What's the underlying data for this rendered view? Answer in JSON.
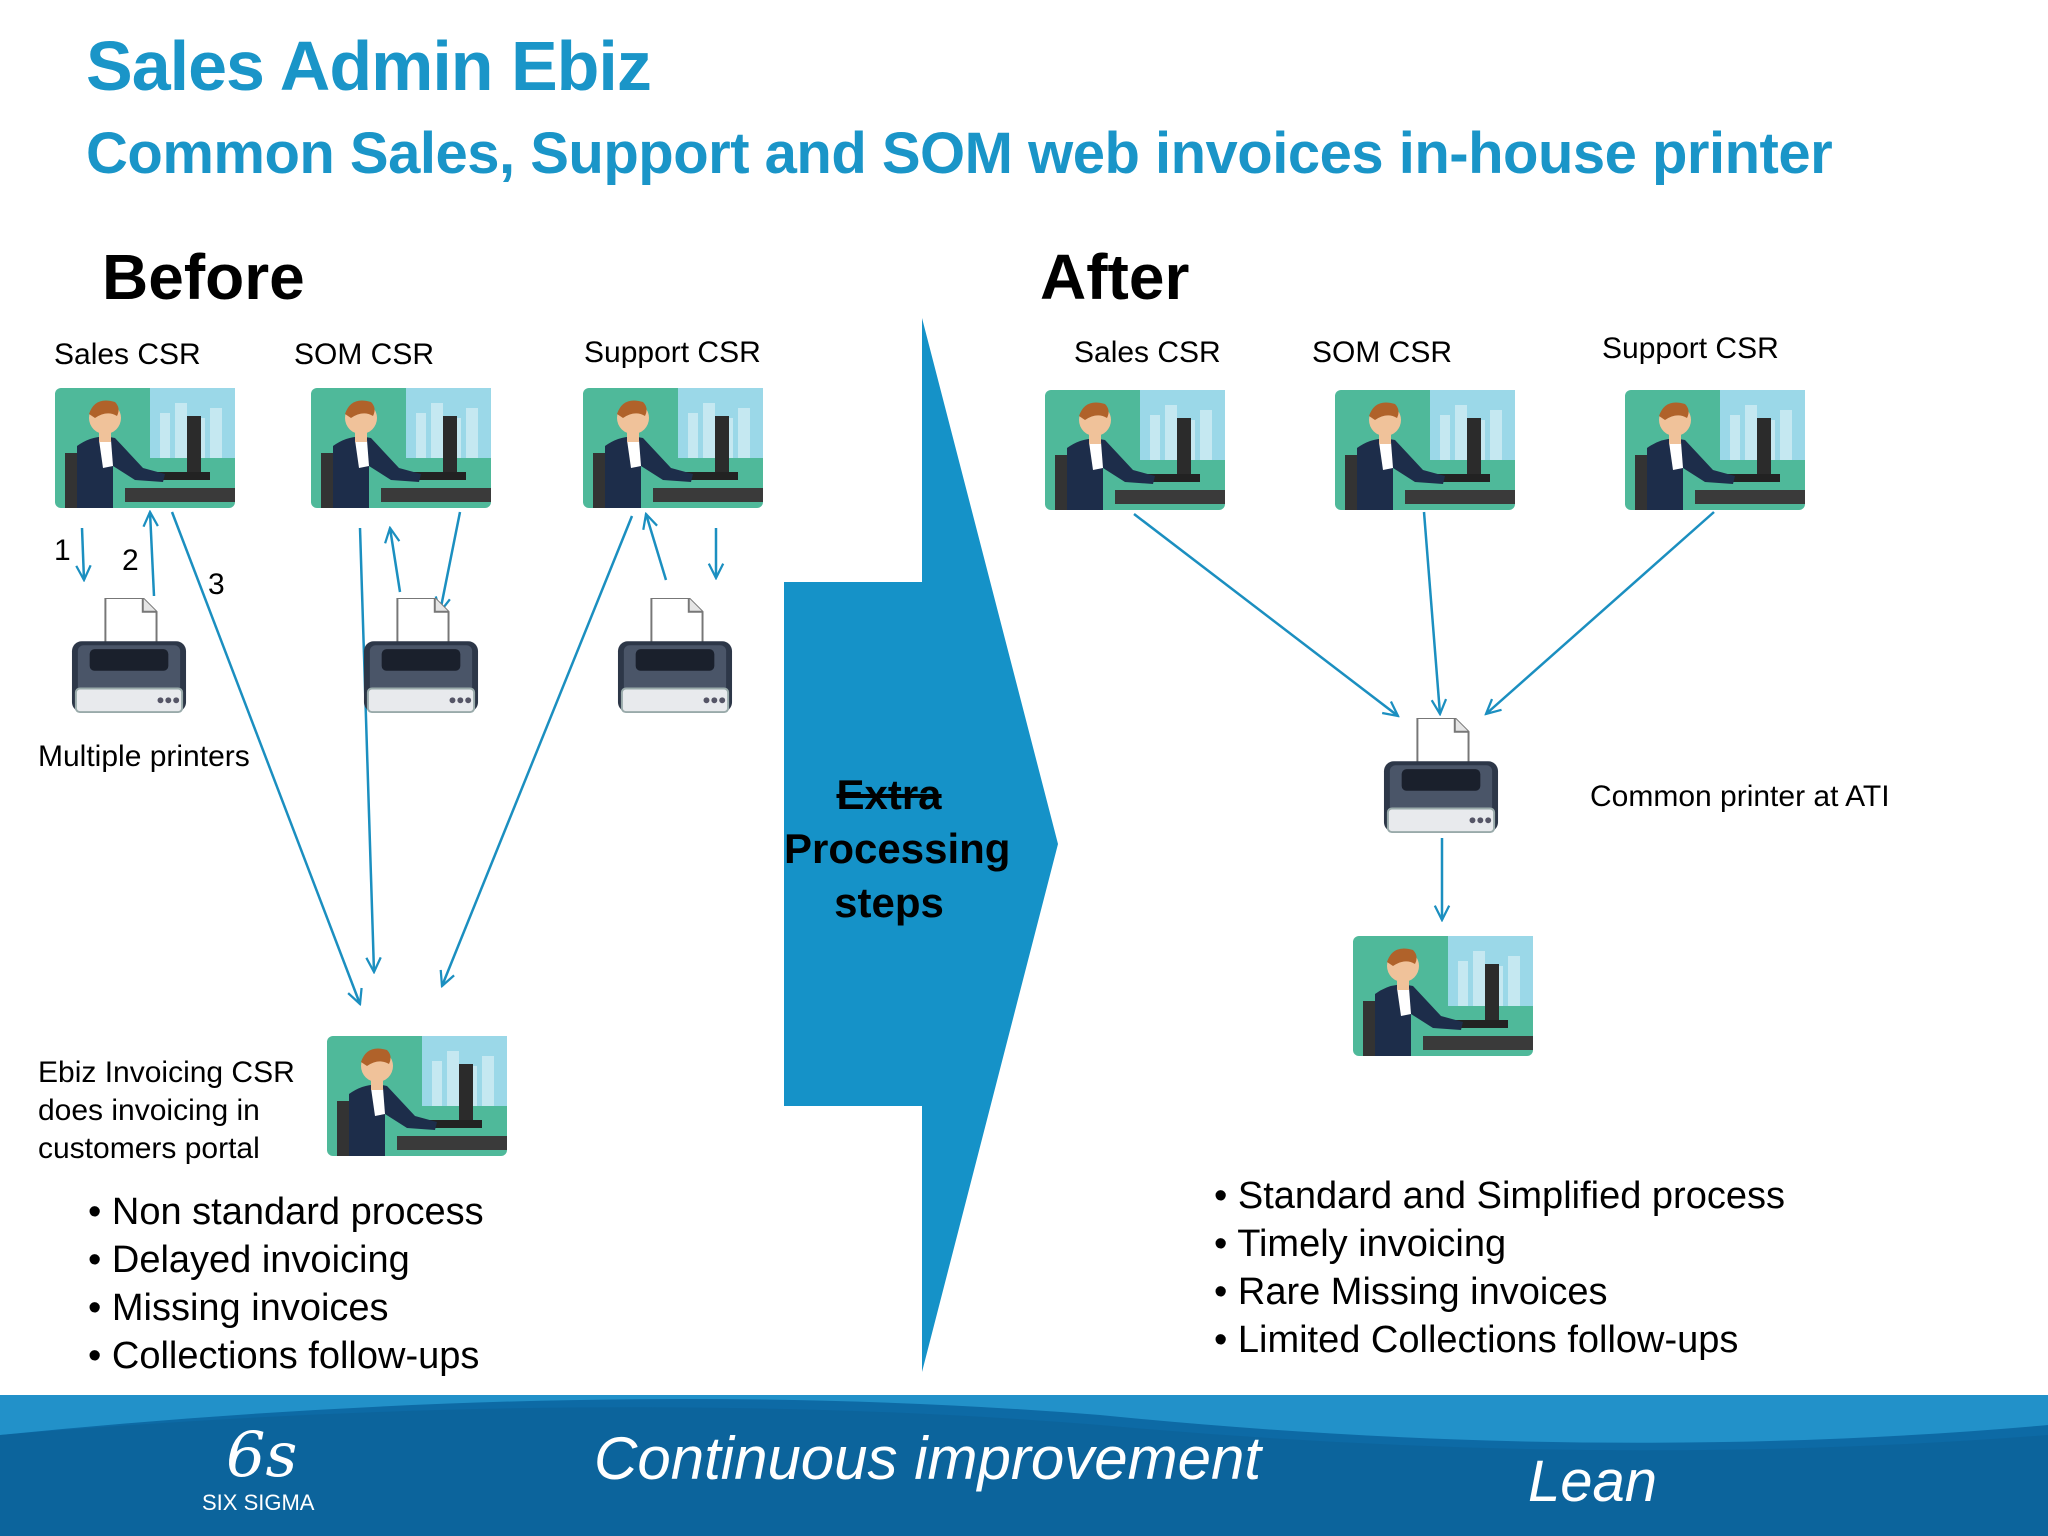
{
  "title": "Sales Admin Ebiz",
  "subtitle": "Common Sales, Support and SOM web invoices in-house printer",
  "before": {
    "heading": "Before",
    "csr_labels": [
      "Sales CSR",
      "SOM CSR",
      "Support CSR"
    ],
    "step_numbers": [
      "1",
      "2",
      "3"
    ],
    "printers_label": "Multiple printers",
    "invoicing_label_lines": [
      "Ebiz Invoicing CSR",
      "does invoicing in",
      "customers portal"
    ],
    "bullets": [
      "Non standard process",
      "Delayed invoicing",
      "Missing invoices",
      "Collections follow-ups"
    ]
  },
  "middle": {
    "line1": "Extra",
    "line2": "Processing",
    "line3": "steps",
    "color": "#1592c8"
  },
  "after": {
    "heading": "After",
    "csr_labels": [
      "Sales CSR",
      "SOM CSR",
      "Support CSR"
    ],
    "printer_label": "Common printer at ATI",
    "bullets": [
      "Standard and Simplified process",
      "Timely invoicing",
      "Rare Missing invoices",
      "Limited Collections follow-ups"
    ]
  },
  "footer": {
    "logo": "6s",
    "logo_caption": "SIX SIGMA",
    "center_text": "Continuous improvement",
    "right_text": "Lean",
    "colors": {
      "band": "#0d6aa5",
      "band_light": "#2a9fd6"
    }
  },
  "colors": {
    "accent": "#1a95c8",
    "arrow": "#1b8fc0"
  },
  "icons": [
    "csr-workstation-icon",
    "printer-icon"
  ]
}
